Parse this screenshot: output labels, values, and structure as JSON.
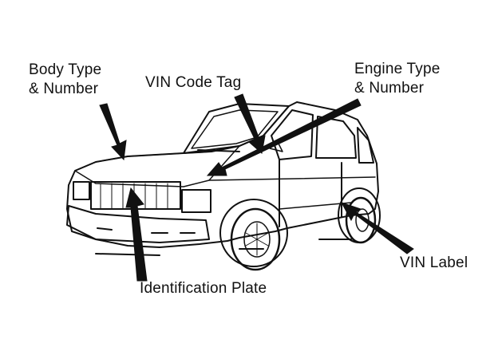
{
  "labels": {
    "body_type": {
      "line1": "Body Type",
      "line2": "& Number"
    },
    "vin_code_tag": "VIN Code Tag",
    "engine_type": {
      "line1": "Engine Type",
      "line2": "& Number"
    },
    "vin_label": "VIN Label",
    "identification_plate": "Identification Plate"
  },
  "colors": {
    "ink": "#111111",
    "paper": "#ffffff"
  }
}
